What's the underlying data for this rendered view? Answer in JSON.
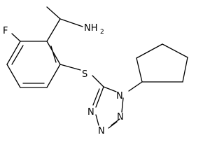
{
  "molecule": {
    "atoms": {
      "amine": "NH",
      "amine_subscript": "2",
      "fluorine": "F",
      "sulfur": "S",
      "n1": "N",
      "n2": "N",
      "n3": "N",
      "n4": "N"
    }
  }
}
